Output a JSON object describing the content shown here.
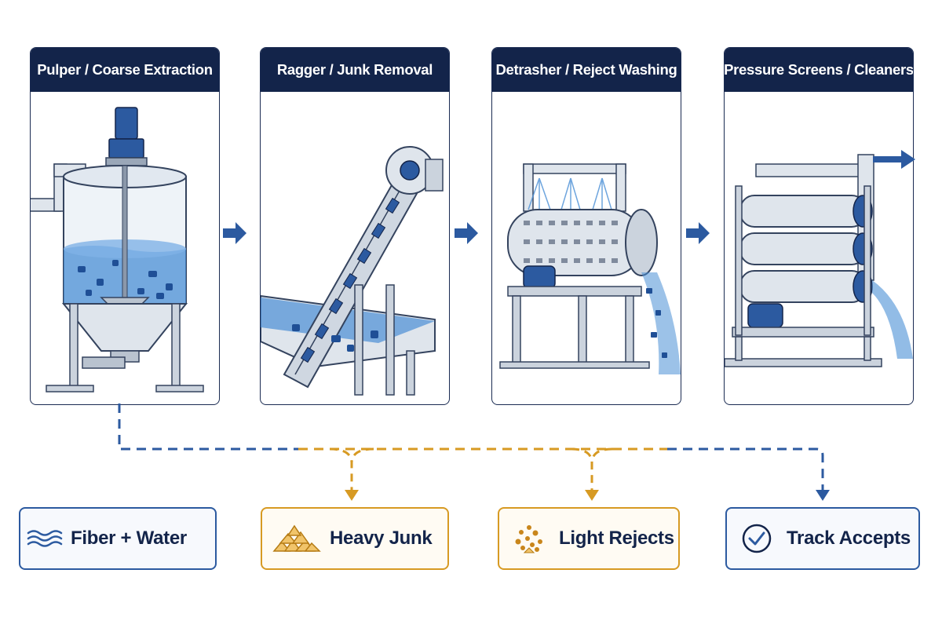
{
  "stages": [
    {
      "title": "Pulper / Coarse Extraction"
    },
    {
      "title": "Ragger / Junk Removal"
    },
    {
      "title": "Detrasher / Reject Washing"
    },
    {
      "title": "Pressure Screens / Cleaners"
    }
  ],
  "outputs": [
    {
      "label": "Fiber + Water",
      "icon": "waves-icon"
    },
    {
      "label": "Heavy Junk",
      "icon": "rock-pile-icon"
    },
    {
      "label": "Light Rejects",
      "icon": "particles-icon"
    },
    {
      "label": "Track Accepts",
      "icon": "check-circle-icon"
    }
  ],
  "colors": {
    "navy": "#13244a",
    "blue": "#2c5aa0",
    "gold": "#d79a23",
    "water": "#4a8fd6"
  }
}
